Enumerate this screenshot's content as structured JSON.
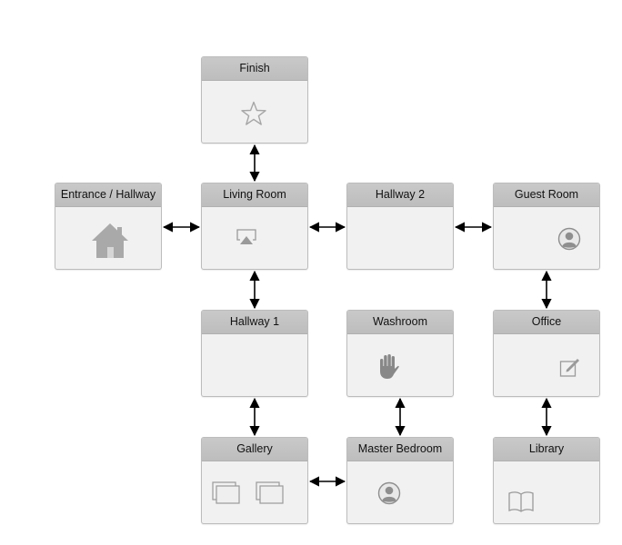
{
  "rooms": {
    "finish": {
      "label": "Finish",
      "icon": "star-icon"
    },
    "entrance": {
      "label": "Entrance / Hallway",
      "icon": "house-icon"
    },
    "living_room": {
      "label": "Living Room",
      "icon": "airplay-icon"
    },
    "hallway_2": {
      "label": "Hallway 2",
      "icon": ""
    },
    "guest_room": {
      "label": "Guest Room",
      "icon": "user-icon"
    },
    "hallway_1": {
      "label": "Hallway 1",
      "icon": ""
    },
    "washroom": {
      "label": "Washroom",
      "icon": "hand-icon"
    },
    "office": {
      "label": "Office",
      "icon": "edit-icon"
    },
    "gallery": {
      "label": "Gallery",
      "icon": "gallery-icon"
    },
    "master_bedroom": {
      "label": "Master Bedroom",
      "icon": "user-icon"
    },
    "library": {
      "label": "Library",
      "icon": "book-icon"
    }
  },
  "connections": [
    [
      "finish",
      "living_room"
    ],
    [
      "entrance",
      "living_room"
    ],
    [
      "living_room",
      "hallway_2"
    ],
    [
      "hallway_2",
      "guest_room"
    ],
    [
      "living_room",
      "hallway_1"
    ],
    [
      "guest_room",
      "office"
    ],
    [
      "hallway_1",
      "gallery"
    ],
    [
      "washroom",
      "master_bedroom"
    ],
    [
      "office",
      "library"
    ],
    [
      "gallery",
      "master_bedroom"
    ]
  ],
  "colors": {
    "header": "#c4c4c4",
    "body": "#f1f1f1",
    "border": "#bcbcbc",
    "icon": "#aaaaaa",
    "arrow": "#000000"
  }
}
